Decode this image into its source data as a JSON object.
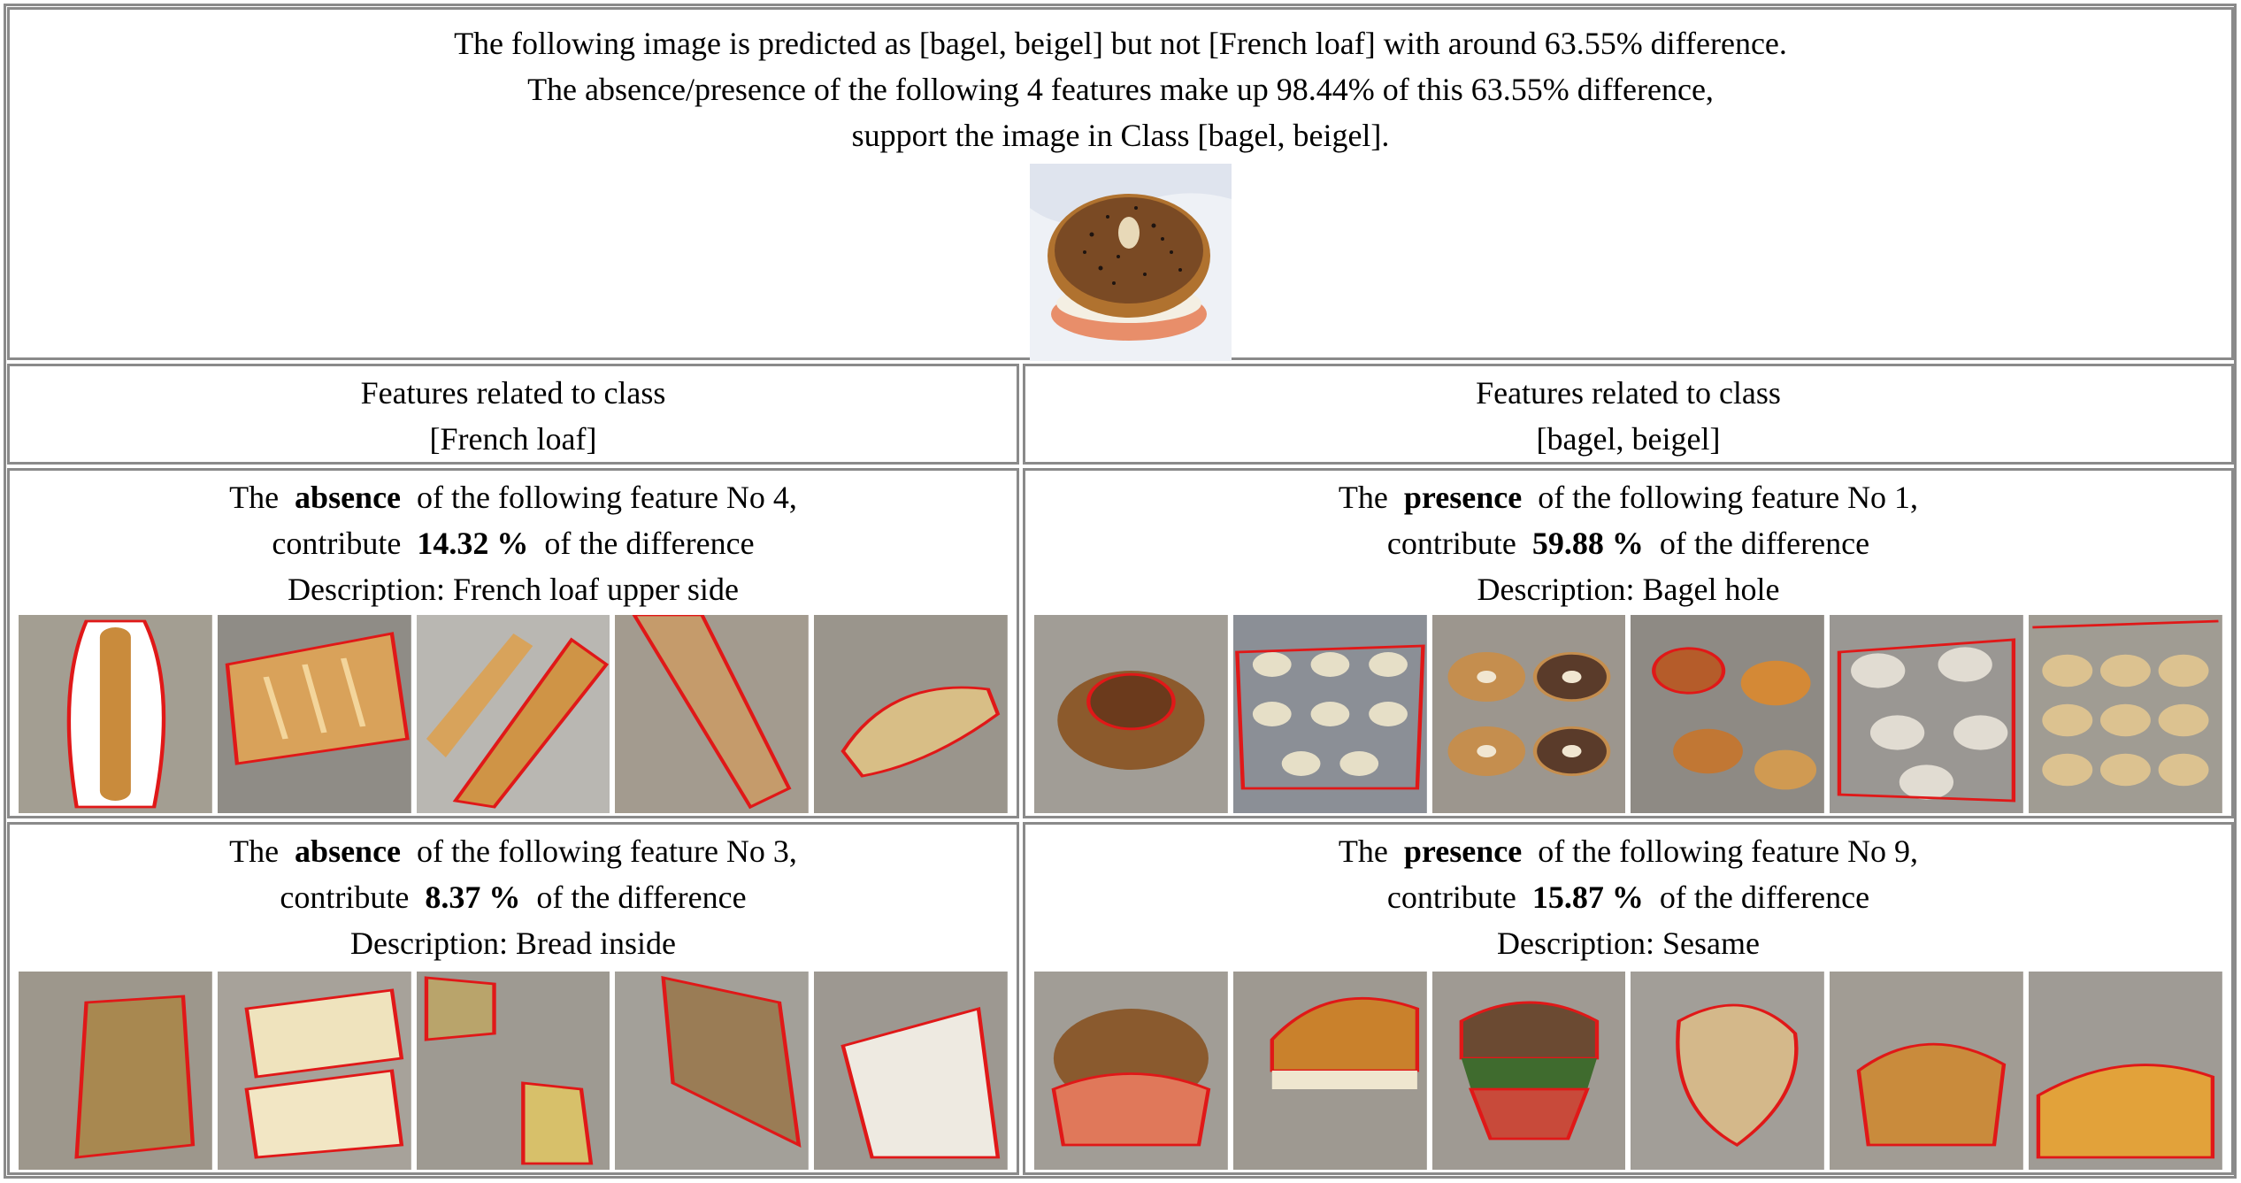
{
  "header": {
    "line1": "The following image is predicted as [bagel, beigel] but not [French loaf] with around 63.55% difference.",
    "line2": "The absence/presence of the following 4 features make up 98.44% of this 63.55% difference,",
    "line3": "support the image in Class [bagel, beigel]."
  },
  "left_class": {
    "line1": "Features related to class",
    "line2": "[French loaf]"
  },
  "right_class": {
    "line1": "Features related to class",
    "line2": "[bagel, beigel]"
  },
  "features": {
    "f4": {
      "pre": "The",
      "kind": "absence",
      "mid": "of the following feature No 4,",
      "contrib_pre": "contribute",
      "percent": "14.32 %",
      "contrib_post": "of the difference",
      "description": "Description: French loaf upper side"
    },
    "f1": {
      "pre": "The",
      "kind": "presence",
      "mid": "of the following feature No 1,",
      "contrib_pre": "contribute",
      "percent": "59.88 %",
      "contrib_post": "of the difference",
      "description": "Description: Bagel hole"
    },
    "f3": {
      "pre": "The",
      "kind": "absence",
      "mid": "of the following feature No 3,",
      "contrib_pre": "contribute",
      "percent": "8.37 %",
      "contrib_post": "of the difference",
      "description": "Description: Bread inside"
    },
    "f9": {
      "pre": "The",
      "kind": "presence",
      "mid": "of the following feature No 9,",
      "contrib_pre": "contribute",
      "percent": "15.87 %",
      "contrib_post": "of the difference",
      "description": "Description: Sesame"
    }
  },
  "colors": {
    "border": "#8a8a8a",
    "outline": "#e01818",
    "bread": "#c98b3c",
    "dim": "#9a958c"
  }
}
